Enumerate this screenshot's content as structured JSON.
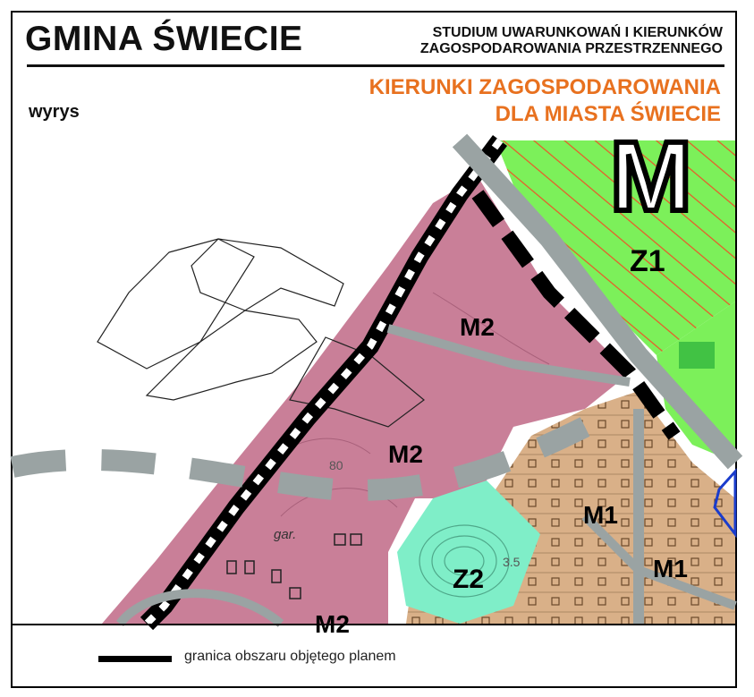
{
  "header": {
    "title": "GMINA ŚWIECIE",
    "subtitle_line1": "STUDIUM UWARUNKOWAŃ I KIERUNKÓW",
    "subtitle_line2": "ZAGOSPODAROWANIA PRZESTRZENNEGO",
    "label_left": "wyrys",
    "heading_line1": "KIERUNKI ZAGOSPODAROWANIA",
    "heading_line2": "DLA MIASTA ŚWIECIE"
  },
  "map": {
    "zones": [
      {
        "id": "z1",
        "label": "Z1"
      },
      {
        "id": "m2a",
        "label": "M2"
      },
      {
        "id": "m2b",
        "label": "M2"
      },
      {
        "id": "m2c",
        "label": "M2"
      },
      {
        "id": "m1a",
        "label": "M1"
      },
      {
        "id": "m1b",
        "label": "M1"
      },
      {
        "id": "z2",
        "label": "Z2"
      }
    ],
    "big_letter": "M",
    "annotations": {
      "gar": "gar.",
      "contour_80": "80",
      "spot_height": "3.5"
    },
    "colors": {
      "residential_m2": "#c97f98",
      "residential_m1": "#d9b088",
      "green_z1": "#7cf05a",
      "green_z2": "#7feec8",
      "road": "#9aa3a3",
      "hatch": "#e85a2a",
      "boundary": "#000000"
    }
  },
  "legend": {
    "items": [
      {
        "symbol": "thick-black-line",
        "label": "granica obszaru objętego planem"
      }
    ]
  }
}
